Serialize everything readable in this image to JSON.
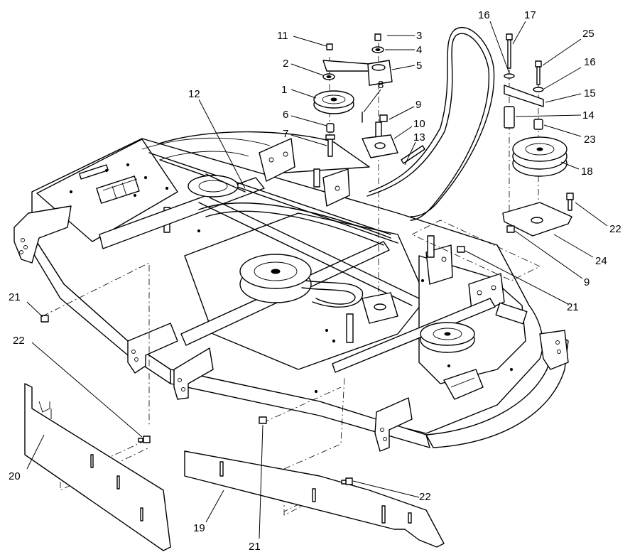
{
  "callouts": [
    {
      "id": "c1",
      "text": "1"
    },
    {
      "id": "c2",
      "text": "2"
    },
    {
      "id": "c3",
      "text": "3"
    },
    {
      "id": "c4",
      "text": "4"
    },
    {
      "id": "c5",
      "text": "5"
    },
    {
      "id": "c6",
      "text": "6"
    },
    {
      "id": "c7",
      "text": "7"
    },
    {
      "id": "c8",
      "text": "8"
    },
    {
      "id": "c9a",
      "text": "9"
    },
    {
      "id": "c9b",
      "text": "9"
    },
    {
      "id": "c10",
      "text": "10"
    },
    {
      "id": "c11",
      "text": "11"
    },
    {
      "id": "c12",
      "text": "12"
    },
    {
      "id": "c13",
      "text": "13"
    },
    {
      "id": "c14",
      "text": "14"
    },
    {
      "id": "c15",
      "text": "15"
    },
    {
      "id": "c16a",
      "text": "16"
    },
    {
      "id": "c16b",
      "text": "16"
    },
    {
      "id": "c17",
      "text": "17"
    },
    {
      "id": "c18",
      "text": "18"
    },
    {
      "id": "c19",
      "text": "19"
    },
    {
      "id": "c20",
      "text": "20"
    },
    {
      "id": "c21a",
      "text": "21"
    },
    {
      "id": "c21b",
      "text": "21"
    },
    {
      "id": "c21c",
      "text": "21"
    },
    {
      "id": "c22a",
      "text": "22"
    },
    {
      "id": "c22b",
      "text": "22"
    },
    {
      "id": "c22c",
      "text": "22"
    },
    {
      "id": "c23",
      "text": "23"
    },
    {
      "id": "c24",
      "text": "24"
    },
    {
      "id": "c25",
      "text": "25"
    }
  ]
}
